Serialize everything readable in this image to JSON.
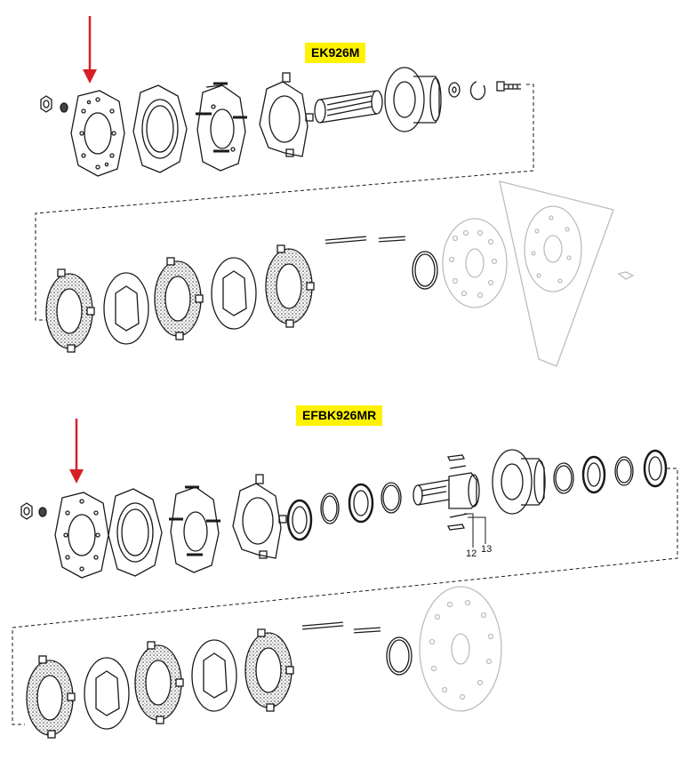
{
  "sections": [
    {
      "id": "top",
      "kit_label": "EK926M",
      "arrow_color": "#d62027"
    },
    {
      "id": "bottom",
      "kit_label": "EFBK926MR",
      "arrow_color": "#d62027",
      "callouts": [
        "12",
        "13"
      ]
    }
  ],
  "colors": {
    "line": "#1a1a1a",
    "faded": "#bdbdbd",
    "label_bg": "#fff200",
    "arrow": "#d62027"
  }
}
